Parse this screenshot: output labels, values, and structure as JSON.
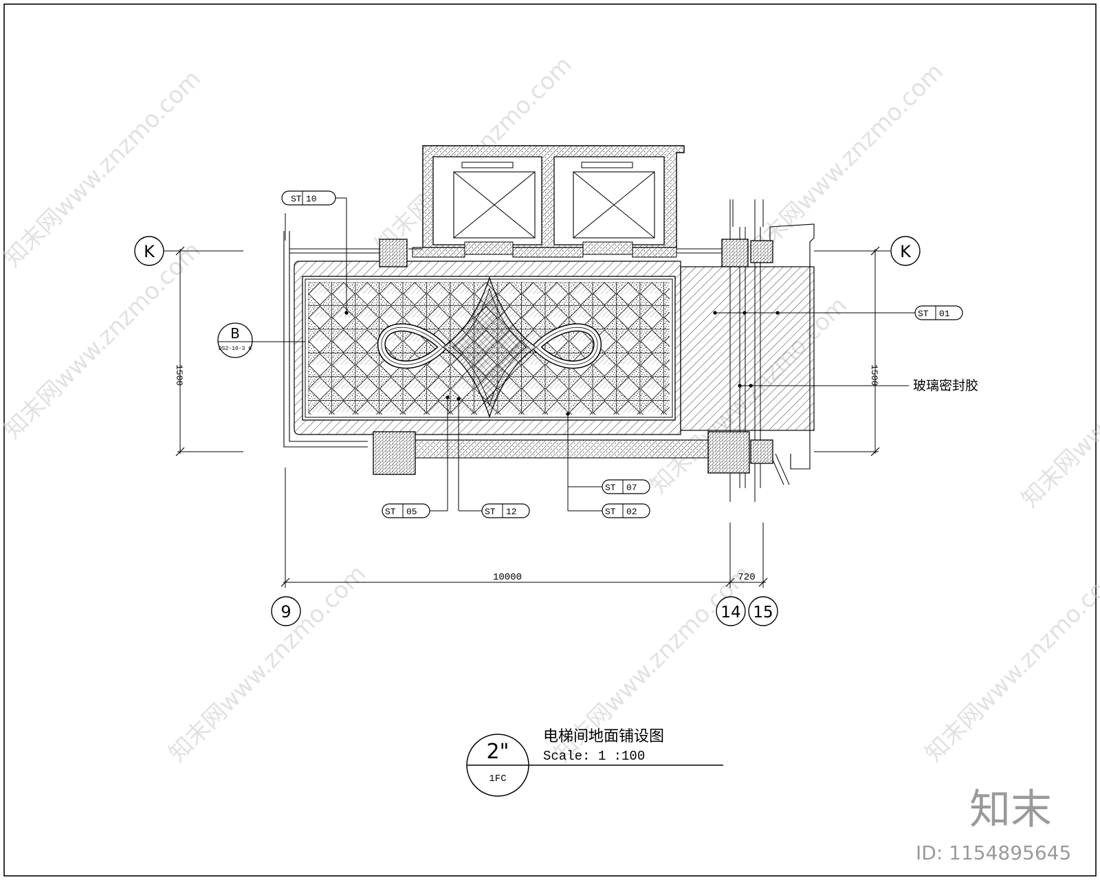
{
  "drawing": {
    "title": "电梯间地面铺设图",
    "scale": "Scale: 1 :100",
    "sheet_number": "2\"",
    "sheet_ref": "1FC"
  },
  "axes": {
    "top_left": "K",
    "top_right": "K",
    "bottom": [
      "9",
      "14",
      "15"
    ]
  },
  "dimensions": {
    "width_main": "10000",
    "width_side": "720",
    "height_left": "1500",
    "height_right": "1500"
  },
  "detail_callout": {
    "letter": "B",
    "ref": "DS2-10-3 0"
  },
  "material_tags": [
    {
      "code": "ST",
      "number": "10"
    },
    {
      "code": "ST",
      "number": "01"
    },
    {
      "code": "ST",
      "number": "07"
    },
    {
      "code": "ST",
      "number": "02"
    },
    {
      "code": "ST",
      "number": "05"
    },
    {
      "code": "ST",
      "number": "12"
    }
  ],
  "notes": {
    "glass_sealant": "玻璃密封胶"
  },
  "branding": {
    "logo": "知末",
    "id": "ID: 1154895645",
    "watermark": "知末网www.znzmo.com"
  },
  "colors": {
    "line": "#000000",
    "background": "#ffffff",
    "watermark": "#c9c9c9"
  }
}
